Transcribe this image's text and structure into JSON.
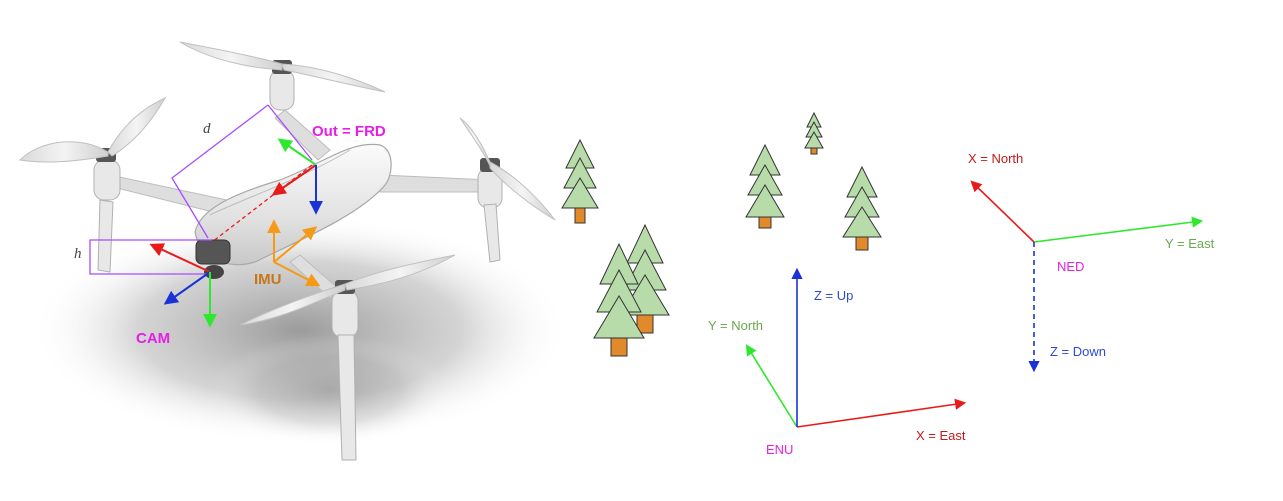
{
  "drone": {
    "out_label": "Out = FRD",
    "imu_label": "IMU",
    "cam_label": "CAM",
    "d_label": "d",
    "h_label": "h"
  },
  "enu": {
    "name": "ENU",
    "x_label": "X = East",
    "y_label": "Y = North",
    "z_label": "Z = Up"
  },
  "ned": {
    "name": "NED",
    "x_label": "X = North",
    "y_label": "Y = East",
    "z_label": "Z = Down"
  },
  "colors": {
    "x_axis": "#e81b1b",
    "y_axis": "#2ee82e",
    "z_axis": "#1a33d6",
    "imu": "#f59a16",
    "magenta": "#e61ee6",
    "offset": "#a64dff",
    "tree_fill": "#b7dcaa",
    "trunk": "#e08a2b",
    "enu_x_text": "#c41a1a",
    "enu_y_text": "#6aa84f",
    "enu_z_text": "#2a4bd7",
    "imu_text": "#c7741a"
  }
}
